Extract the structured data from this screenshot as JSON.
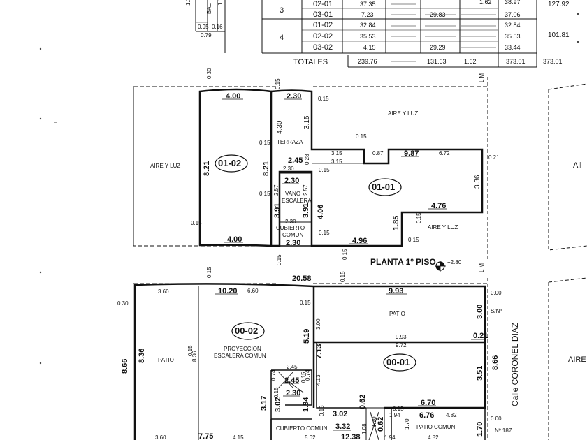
{
  "table": {
    "top_left_labels": {
      "v1": "1.3",
      "bal": "BAL",
      "v2": "1.1",
      "v3": "0.95",
      "v4": "0.16",
      "v5": "0.79"
    },
    "groups": [
      {
        "num": "3",
        "total": "127.92"
      },
      {
        "num": "4",
        "total": "101.81"
      }
    ],
    "rows": [
      {
        "unit": "02-01",
        "c1": "37.35",
        "c2": "",
        "c3": "1.62",
        "c4": "38.97"
      },
      {
        "unit": "03-01",
        "c1": "7.23",
        "c2": "29.83",
        "c3": "",
        "c4": "37.06"
      },
      {
        "unit": "01-02",
        "c1": "32.84",
        "c2": "",
        "c3": "",
        "c4": "32.84"
      },
      {
        "unit": "02-02",
        "c1": "35.53",
        "c2": "",
        "c3": "",
        "c4": "35.53"
      },
      {
        "unit": "03-02",
        "c1": "4.15",
        "c2": "29.29",
        "c3": "",
        "c4": "33.44"
      }
    ],
    "totals": {
      "label": "TOTALES",
      "c1": "239.76",
      "c2": "131.63",
      "c3": "1.62",
      "c4": "373.01",
      "total": "373.01"
    }
  },
  "upper": {
    "unit_a": "01-02",
    "unit_b": "01-01",
    "aire_left": "AIRE Y LUZ",
    "aire_top": "AIRE Y LUZ",
    "aire_bottom": "AIRE Y LUZ",
    "aire_right": "Ali",
    "terraza": "TERRAZA",
    "vano_1": "VANO",
    "vano_2": "ESCALERA",
    "cub_1": "CUBIERTO",
    "cub_2": "COMUN",
    "lm_top": "L M",
    "dims": {
      "d400t": "4.00",
      "d230t": "2.30",
      "d015a": "0.15",
      "d015b": "0.15",
      "d430": "4.30",
      "d315v": "3.15",
      "d030": "0.30",
      "d821a": "8.21",
      "d821b": "8.21",
      "d015c": "0.15",
      "d245": "2.45",
      "d230m": "2.30",
      "d028": "0.28",
      "d015d": "0.15",
      "d315a": "3.15",
      "d315b": "3.15",
      "d087": "0.87",
      "d987": "9.87",
      "d672": "6.72",
      "d021": "0.21",
      "d336": "3.36",
      "d230v": "2.30",
      "d257a": "2.57",
      "d257b": "2.57",
      "d015e": "0.15",
      "d391a": "3.91",
      "d391b": "3.91",
      "d406": "4.06",
      "d476": "4.76",
      "d015f": "0.15",
      "d230s": "2.30",
      "d015g": "0.15",
      "d185": "1.85",
      "d400b": "4.00",
      "d496": "4.96",
      "d230b": "2.30",
      "d015h": "0.15",
      "d015i": "0.15",
      "d015j": "0.15"
    }
  },
  "floor": {
    "title": "PLANTA 1º PISO",
    "level": "+2.80",
    "lm": "L M"
  },
  "lower": {
    "unit_a": "00-02",
    "unit_b": "00-01",
    "patio_left": "PATIO",
    "patio_top": "PATIO",
    "proy_1": "PROYECCION",
    "proy_2": "ESCALERA COMUN",
    "cub": "CUBIERTO COMUN",
    "patio_comun": "PATIO COMUN",
    "street": "Calle CORONEL DIAZ",
    "sn": "S/Nº",
    "num": "Nº 187",
    "aire_right": "AIRE",
    "dims": {
      "d2058": "20.58",
      "d015k": "0.15",
      "d015l": "0.15",
      "d015m": "0.15",
      "d030b": "0.30",
      "d360t": "3.60",
      "d1020": "10.20",
      "d660": "6.60",
      "d993t": "9.93",
      "d000a": "0.00",
      "d015n": "0.15",
      "d300a": "3.00",
      "d300b": "3.00",
      "d519": "5.19",
      "d993m": "9.93",
      "d021b": "0.21",
      "d972": "9.72",
      "d866a": "8.66",
      "d836a": "8.36",
      "d836b": "8.36",
      "d713": "7.13",
      "d866b": "8.66",
      "d351": "3.51",
      "d245b": "2.45",
      "d245c": "2.45",
      "d074a": "0.74",
      "d074b": "0.74",
      "d015o": "0.15",
      "d413": "4.13",
      "d015p": "0.15",
      "d230c": "2.30",
      "d317": "3.17",
      "d302a": "3.02",
      "d194a": "1.94",
      "d015q": "0.15",
      "d302b": "3.02",
      "d062a": "0.62",
      "d015r": "0.15",
      "d670": "6.70",
      "d194b": "1.94",
      "d062b": "0.62",
      "d170a": "1.70",
      "d170b": "1.70",
      "d676": "6.76",
      "d482a": "4.82",
      "d170c": "1.70",
      "d000b": "0.00",
      "d360b": "3.60",
      "d775": "7.75",
      "d415": "4.15",
      "d562": "5.62",
      "d332": "3.32",
      "d1238": "12.38",
      "d108": "1.08",
      "d194c": "1.94",
      "d482b": "4.82",
      "d015s": "0.15"
    }
  }
}
